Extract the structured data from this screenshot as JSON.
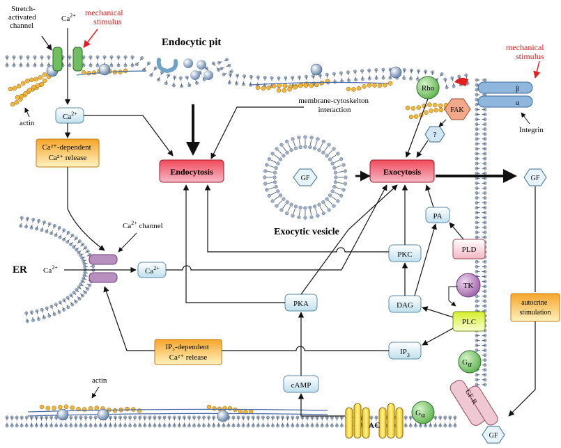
{
  "membrane_labels": {
    "stretch_channel": [
      "Stretch-",
      "activated",
      "channel"
    ],
    "ca_top": "Ca",
    "ca_sup": "2+",
    "mech_left": [
      "mechanical",
      "stimulus"
    ],
    "mech_right": [
      "mechanical",
      "stimulus"
    ],
    "actin_top": "actin",
    "actin_bottom": "actin",
    "endocytic_pit": "Endocytic pit",
    "membrane_cytoskeleton": [
      "membrane-cytoskelton",
      "interaction"
    ],
    "integrin": "Integrin",
    "integrin_beta": "β",
    "integrin_alpha": "α",
    "fak": "FAK",
    "rho": "Rho",
    "question": "?"
  },
  "nodes": {
    "ca_box_top": "Ca",
    "ca_box_top_sup": "2+",
    "ca_dep_release": [
      "Ca²⁺-dependent",
      "Ca²⁺ release"
    ],
    "endocytosis": "Endocytosis",
    "exocytosis": "Exocytosis",
    "gf_vesicle": "GF",
    "gf_out": "GF",
    "gf_receptor": "GF",
    "exocytic_vesicle": "Exocytic vesicle",
    "ca_channel": [
      "Ca",
      "2+",
      " channel"
    ],
    "er": "ER",
    "er_ca": "Ca",
    "er_ca_sup": "2+",
    "ca_box_mid": "Ca",
    "ca_box_mid_sup": "2+",
    "pkc": "PKC",
    "pka": "PKA",
    "pa": "PA",
    "pld": "PLD",
    "tk": "TK",
    "dag": "DAG",
    "plc": "PLC",
    "ip3": "IP",
    "ip3_sub": "3",
    "ip3_dep_release": [
      "IP₃-dependent",
      "Ca²⁺ release"
    ],
    "camp": "cAMP",
    "g_alpha_right": "G",
    "g_alpha_right_sub": "α",
    "g_alpha_bottom": "G",
    "g_alpha_bottom_sub": "α",
    "ac": "AC",
    "gf_r": "GF-R",
    "autocrine": [
      "autocrine",
      "stimulation"
    ]
  },
  "colors": {
    "membrane_head": "#9ab0c8",
    "membrane_tail": "#3a4a60",
    "actin_bead": "#f2b63a",
    "exo_endo_fill": "#e0344a",
    "blue_box": "#d8ecf4",
    "orange_box": "#f7b733",
    "pink_box": "#f3c7d2",
    "green_circle": "#7cc97c",
    "purple_circle": "#b88ec8",
    "yellow_box": "#e8f05c",
    "red_text": "#e02020"
  }
}
